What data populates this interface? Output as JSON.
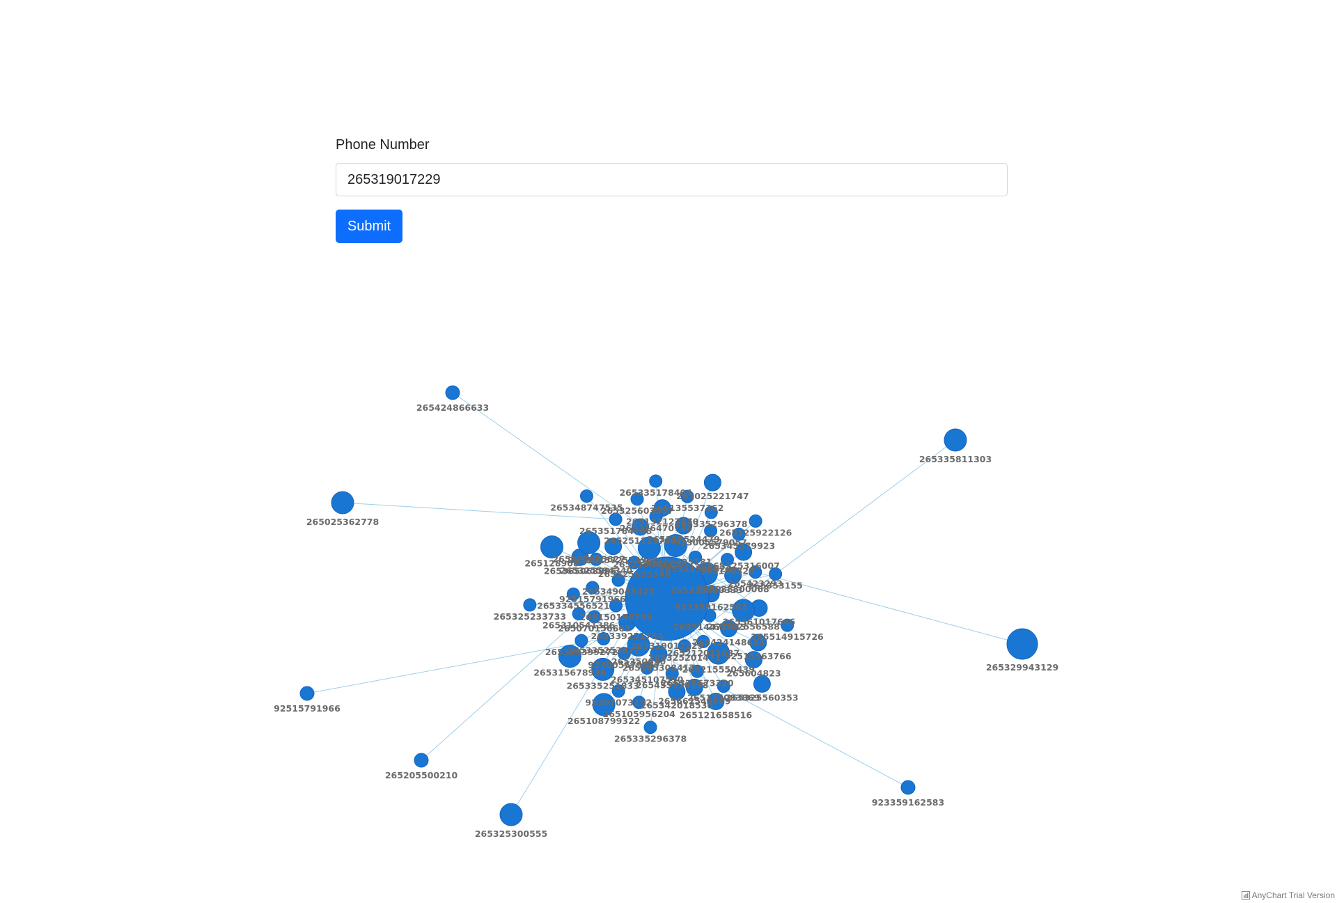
{
  "form": {
    "label": "Phone Number",
    "value": "265319017229",
    "submit_label": "Submit"
  },
  "graph": {
    "center": {
      "id": "265319017229"
    },
    "edge_color": "#9ccfe9",
    "node_color": "#1976d2",
    "node_stroke": "#1565c0",
    "label_color": "#6b6b6b",
    "outer_nodes": [
      {
        "id": "265424866633",
        "size": "small"
      },
      {
        "id": "265335811303",
        "size": "medium"
      },
      {
        "id": "265025362778",
        "size": "medium"
      },
      {
        "id": "265329943129",
        "size": "large"
      },
      {
        "id": "92515791966",
        "size": "small"
      },
      {
        "id": "265205500210",
        "size": "small"
      },
      {
        "id": "923359162583",
        "size": "small"
      },
      {
        "id": "265325300555",
        "size": "medium"
      }
    ],
    "cluster_nodes": [
      "265361017646",
      "92515563766",
      "265604823",
      "265175083869",
      "265662545669",
      "265342018530",
      "265105956204",
      "92307073192",
      "265335251833",
      "265329399272",
      "265310541386",
      "265334556521",
      "265365068906",
      "265325675627",
      "265351784108",
      "265325603557",
      "265132127470",
      "265135537362",
      "265335296378",
      "265345579923",
      "265325316007",
      "265423293",
      "265424148633",
      "265215550439",
      "265325673320",
      "265455220158",
      "265345107590",
      "923005579057",
      "265335253877",
      "265070156665",
      "92515791966",
      "265325594340",
      "265101572574962",
      "265251113700",
      "265316470746",
      "265115524479",
      "923005579057",
      "265150828",
      "265088300068",
      "265362556588",
      "265212011037",
      "265325201471",
      "265045308417",
      "265350630",
      "265339251754",
      "265150156796",
      "265349043425",
      "265325603548",
      "265213061157",
      "265114495181",
      "265341585526",
      "265335880333",
      "923359162583",
      "265514471845",
      "265121658516",
      "265335296378",
      "265108799322",
      "265315678936",
      "265325233733",
      "265128908",
      "265348747535",
      "265335178404",
      "265025221747",
      "265125922126",
      "265353155",
      "265514915726",
      "265325560353"
    ]
  },
  "credits": {
    "text": "AnyChart Trial Version"
  }
}
